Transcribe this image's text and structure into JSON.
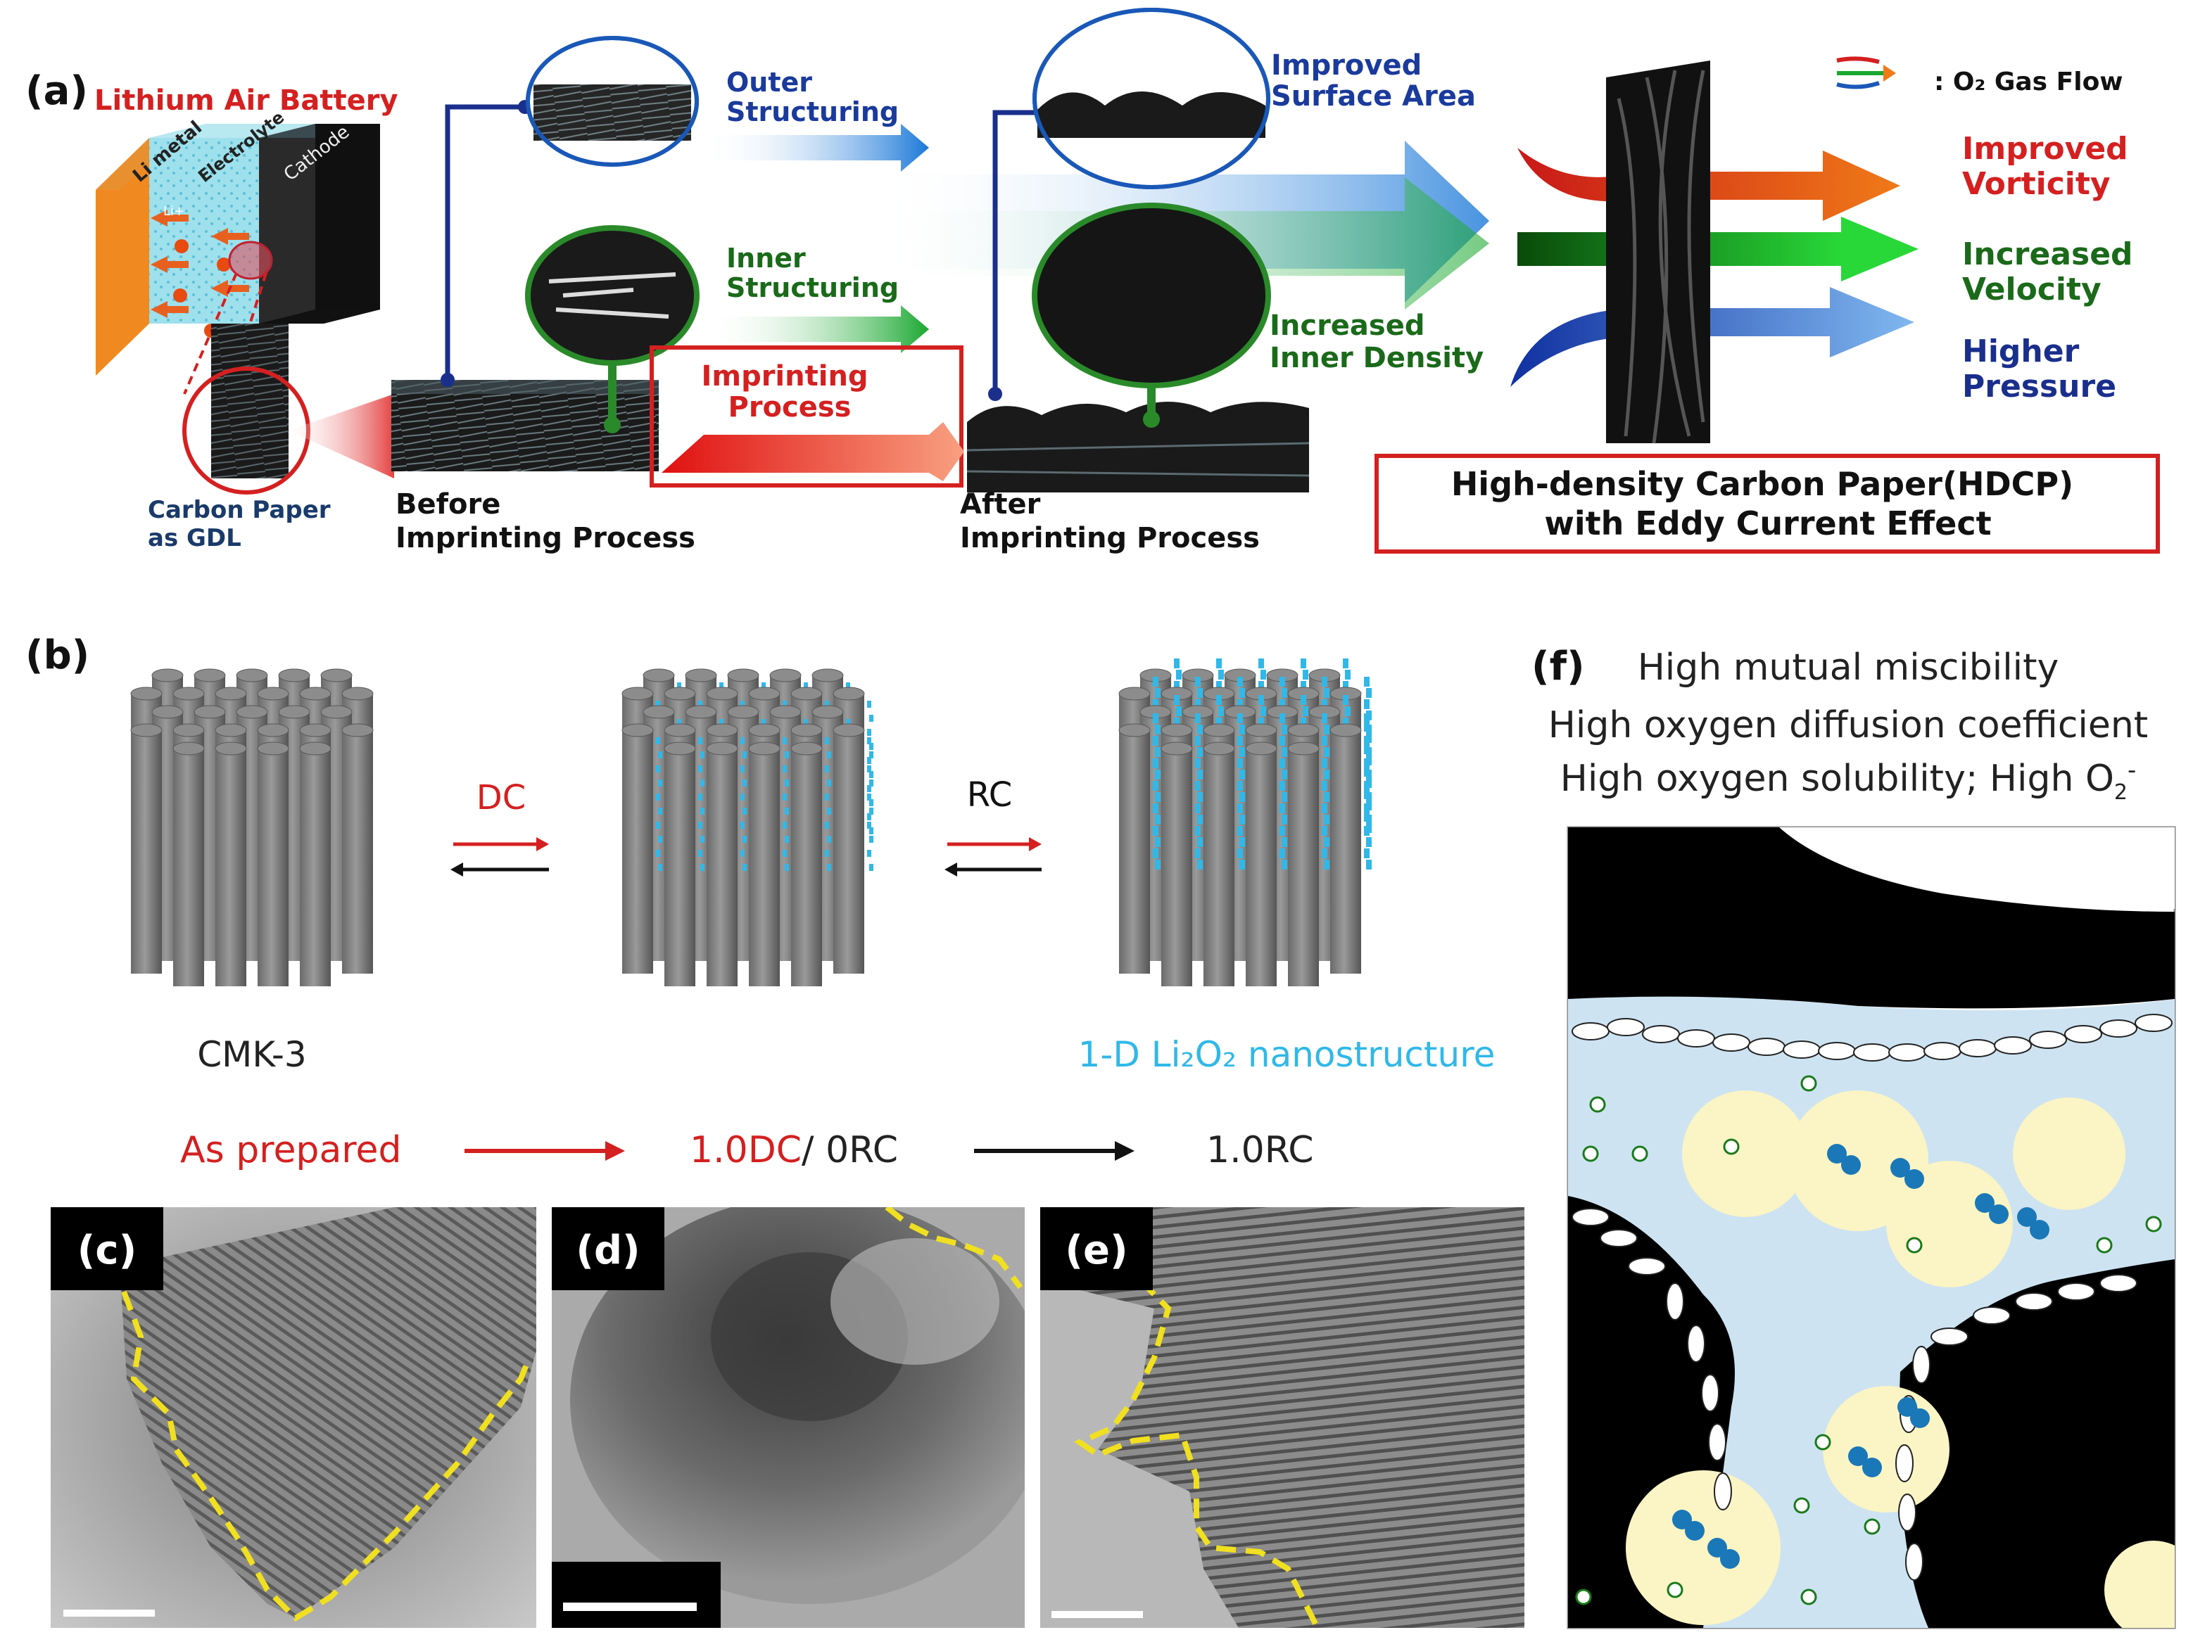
{
  "panel_a": {
    "letter": "(a)",
    "title": "Lithium Air Battery",
    "layer_li": "Li metal",
    "layer_electrolyte": "Electrolyte",
    "layer_cathode": "Cathode",
    "ion_label": "Li+",
    "carbon_paper": [
      "Carbon Paper",
      "as GDL"
    ],
    "before": [
      "Before",
      "Imprinting Process"
    ],
    "after": [
      "After",
      "Imprinting Process"
    ],
    "outer": [
      "Outer",
      "Structuring"
    ],
    "inner": [
      "Inner",
      "Structuring"
    ],
    "imprint": [
      "Imprinting",
      "Process"
    ],
    "surface": [
      "Improved",
      "Surface Area"
    ],
    "density": [
      "Increased",
      "Inner Density"
    ],
    "legend_label": ": O₂ Gas Flow",
    "vorticity": [
      "Improved",
      "Vorticity"
    ],
    "velocity": [
      "Increased",
      "Velocity"
    ],
    "pressure": [
      "Higher",
      "Pressure"
    ],
    "hdcp": [
      "High-density Carbon Paper(HDCP)",
      "with Eddy Current Effect"
    ]
  },
  "panel_b": {
    "letter": "(b)",
    "dc": "DC",
    "rc": "RC",
    "cmk": "CMK-3",
    "li2o2": "1-D Li₂O₂ nanostructure",
    "as_prepared": "As prepared",
    "dc_a": "1.0DC",
    "dc_b": "/ 0RC",
    "rc_label": "1.0RC"
  },
  "panel_c": {
    "letter": "(c)"
  },
  "panel_d": {
    "letter": "(d)"
  },
  "panel_e": {
    "letter": "(e)"
  },
  "panel_f": {
    "letter": "(f)",
    "line1": "High mutual miscibility",
    "line2": "High oxygen diffusion  coefficient",
    "line3a": "High oxygen solubility; High O",
    "line3b": "2",
    "line3c": "-"
  },
  "colors": {
    "red": "#d42020",
    "navy": "#1a2f8c",
    "green": "#1a7a1a",
    "cyan": "#30b8e8",
    "yellow_dash": "#f0e020"
  }
}
